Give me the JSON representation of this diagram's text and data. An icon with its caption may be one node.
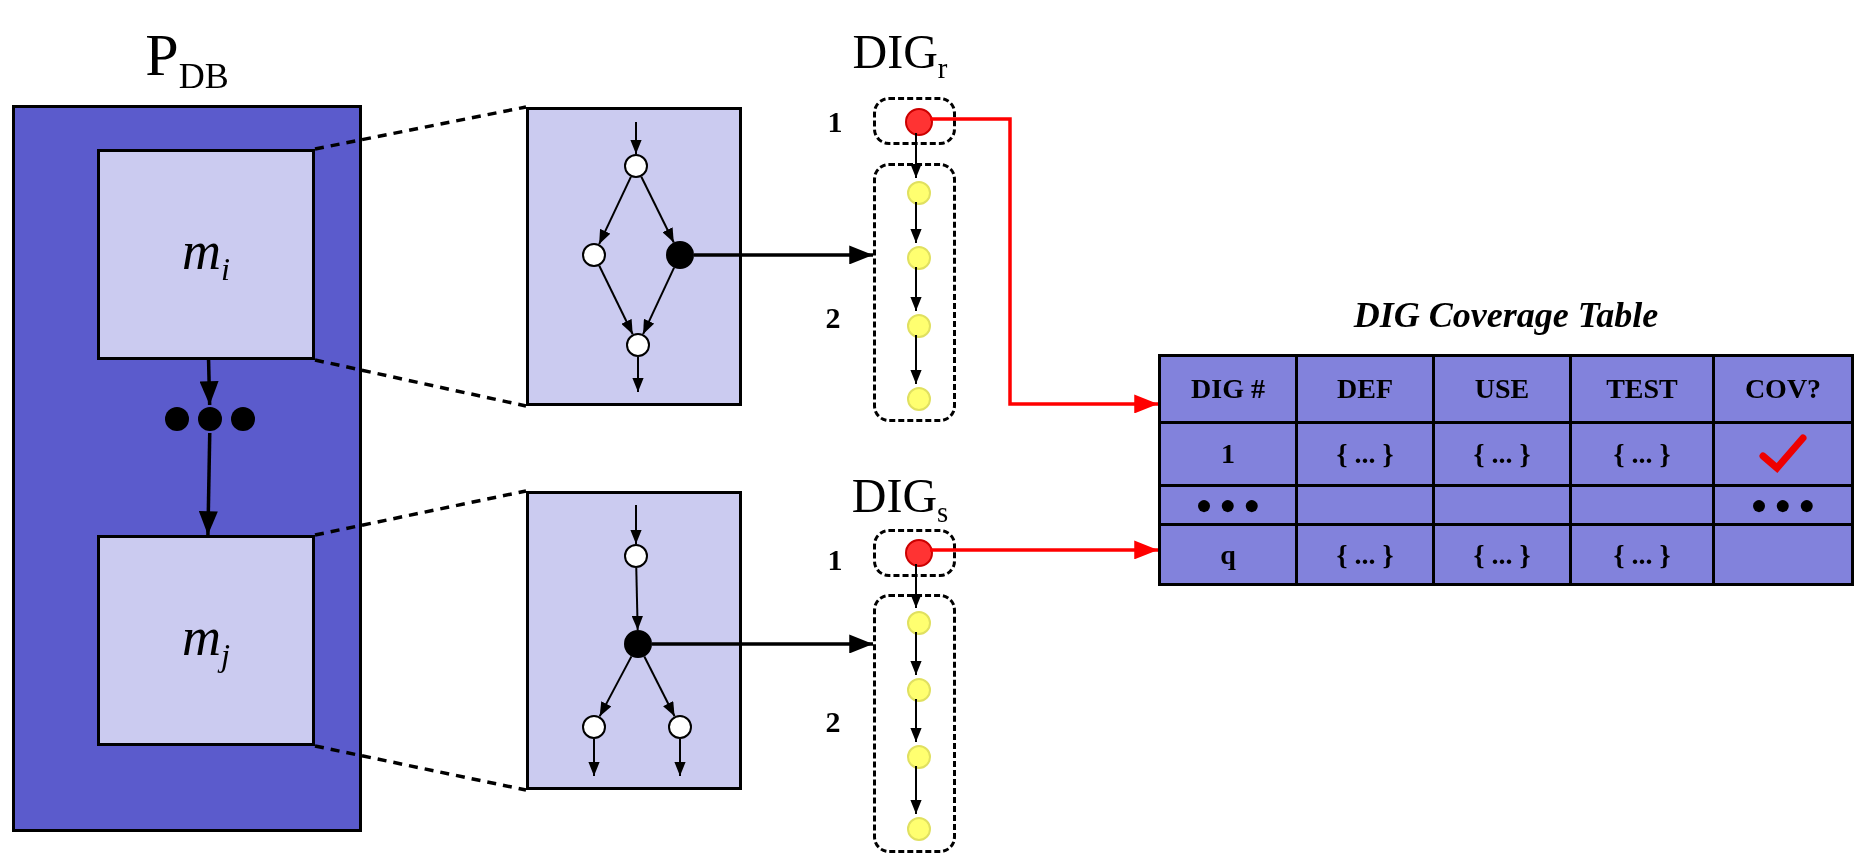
{
  "diagram": {
    "nodes": [
      {
        "text": [
          "P$_{DB}$"
        ]
      },
      {
        "text": [
          "m$_{i}$"
        ],
        "in": 0
      },
      {
        "text": [],
        "shape": "dots",
        "in": 0
      },
      {
        "text": [
          "m$_{j}$"
        ],
        "in": 0
      },
      {
        "text": [],
        "shape": "box"
      },
      {
        "text": [],
        "shape": "circle",
        "in": 4
      },
      {
        "text": [],
        "shape": "circle",
        "in": 4
      },
      {
        "text": [],
        "shape": "circle",
        "in": 4
      },
      {
        "text": [],
        "shape": "circle",
        "in": 4
      },
      {
        "text": [],
        "shape": "box"
      },
      {
        "text": [],
        "shape": "circle",
        "in": 9
      },
      {
        "text": [],
        "shape": "circle",
        "in": 9
      },
      {
        "text": [],
        "shape": "circle",
        "in": 9
      },
      {
        "text": [],
        "shape": "circle",
        "in": 9
      },
      {
        "text": [],
        "shape": "group",
        "beside": [
          "1"
        ]
      },
      {
        "text": [],
        "shape": "circle",
        "in": 14
      },
      {
        "text": [],
        "shape": "group",
        "beside": [
          "2"
        ]
      },
      {
        "text": [],
        "shape": "circle",
        "in": 16
      },
      {
        "text": [],
        "shape": "circle",
        "in": 16
      },
      {
        "text": [],
        "shape": "circle",
        "in": 16
      },
      {
        "text": [],
        "shape": "circle",
        "in": 16
      },
      {
        "text": [],
        "shape": "group",
        "beside": [
          "1"
        ]
      },
      {
        "text": [],
        "shape": "circle",
        "in": 21
      },
      {
        "text": [],
        "shape": "group",
        "beside": [
          "2"
        ]
      },
      {
        "text": [],
        "shape": "circle",
        "in": 23
      },
      {
        "text": [],
        "shape": "circle",
        "in": 23
      },
      {
        "text": [],
        "shape": "circle",
        "in": 23
      },
      {
        "text": [],
        "shape": "circle",
        "in": 23
      },
      {
        "text": [
          "DIG Coverage Table"
        ]
      }
    ],
    "edges": [
      {
        "from": 1,
        "to": 2,
        "arrow": "to"
      },
      {
        "from": 2,
        "to": 3,
        "arrow": "to"
      },
      {
        "from": 1,
        "to": 4,
        "arrow": "none",
        "style": "dashed"
      },
      {
        "from": 1,
        "to": 4,
        "arrow": "none",
        "style": "dashed"
      },
      {
        "from": 3,
        "to": 9,
        "arrow": "none",
        "style": "dashed"
      },
      {
        "from": 3,
        "to": 9,
        "arrow": "none",
        "style": "dashed"
      },
      {
        "from": null,
        "to": 5,
        "arrow": "to"
      },
      {
        "from": 5,
        "to": 6,
        "arrow": "to"
      },
      {
        "from": 5,
        "to": 7,
        "arrow": "to"
      },
      {
        "from": 6,
        "to": 8,
        "arrow": "to"
      },
      {
        "from": 7,
        "to": 8,
        "arrow": "to"
      },
      {
        "from": 8,
        "to": null,
        "arrow": "to"
      },
      {
        "from": 7,
        "to": 16,
        "arrow": "to"
      },
      {
        "from": null,
        "to": 10,
        "arrow": "to"
      },
      {
        "from": 10,
        "to": 11,
        "arrow": "to"
      },
      {
        "from": 11,
        "to": 12,
        "arrow": "to"
      },
      {
        "from": 11,
        "to": 13,
        "arrow": "to"
      },
      {
        "from": 12,
        "to": null,
        "arrow": "to"
      },
      {
        "from": 13,
        "to": null,
        "arrow": "to"
      },
      {
        "from": 11,
        "to": 23,
        "arrow": "to"
      },
      {
        "from": 15,
        "to": 17,
        "arrow": "to"
      },
      {
        "from": 17,
        "to": 18,
        "arrow": "to"
      },
      {
        "from": 18,
        "to": 19,
        "arrow": "to"
      },
      {
        "from": 19,
        "to": 20,
        "arrow": "to"
      },
      {
        "from": 22,
        "to": 24,
        "arrow": "to"
      },
      {
        "from": 24,
        "to": 25,
        "arrow": "to"
      },
      {
        "from": 25,
        "to": 26,
        "arrow": "to"
      },
      {
        "from": 26,
        "to": 27,
        "arrow": "to"
      },
      {
        "from": 15,
        "to": 28,
        "arrow": "to",
        "color": "#ff0000"
      },
      {
        "from": 22,
        "to": 28,
        "arrow": "to",
        "color": "#ff0000"
      }
    ],
    "labels": [
      "DIG$_{r}$",
      "DIG$_{s}$",
      "DIG #",
      "DEF",
      "USE",
      "TEST",
      "COV?",
      "1",
      "{ ... }",
      "{ ... }",
      "{ ... }",
      "● ● ●",
      "● ● ●",
      "q",
      "{ ... }",
      "{ ... }",
      "{ ... }"
    ]
  }
}
